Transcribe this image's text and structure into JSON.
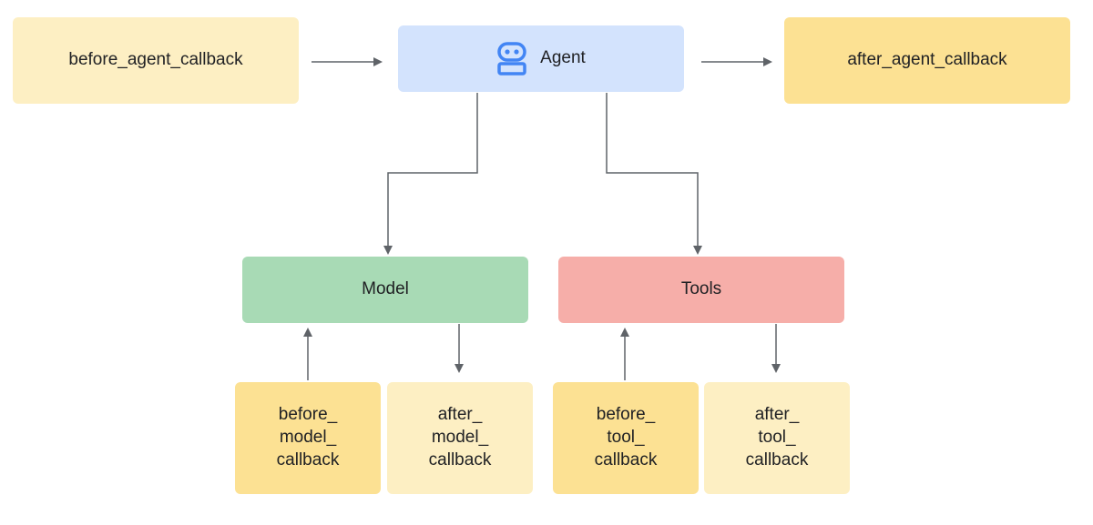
{
  "nodes": {
    "before_agent": {
      "label": "before_agent_callback"
    },
    "agent": {
      "label": "Agent",
      "icon": "robot-icon"
    },
    "after_agent": {
      "label": "after_agent_callback"
    },
    "model": {
      "label": "Model"
    },
    "tools": {
      "label": "Tools"
    },
    "before_model": {
      "lines": [
        "before_",
        "model_",
        "callback"
      ]
    },
    "after_model": {
      "lines": [
        "after_",
        "model_",
        "callback"
      ]
    },
    "before_tool": {
      "lines": [
        "before_",
        "tool_",
        "callback"
      ]
    },
    "after_tool": {
      "lines": [
        "after_",
        "tool_",
        "callback"
      ]
    }
  },
  "colors": {
    "light_yellow": "#fdefc3",
    "dark_yellow": "#fce193",
    "agent_blue": "#d3e3fd",
    "model_green": "#a8dab5",
    "tools_red": "#f6aea9",
    "arrow": "#5f6368",
    "icon_blue": "#4285f4"
  }
}
